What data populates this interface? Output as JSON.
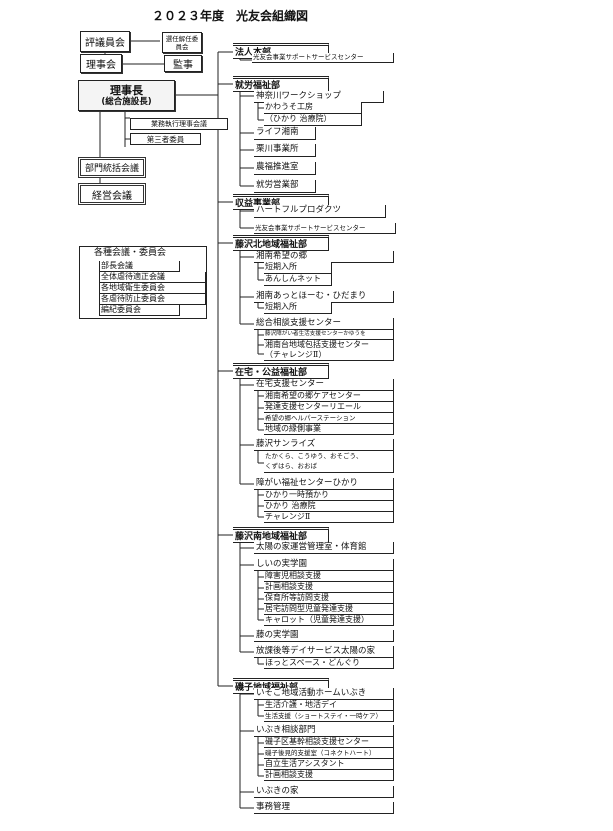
{
  "title": "２０２３年度　光友会組織図",
  "top": {
    "hyogiinkai": "評議員会",
    "rijikai": "理事会",
    "senin_kainin": "選任解任委員会",
    "kanji": "監事",
    "rijicho": "理事長",
    "rijicho_sub": "(総合施設長)",
    "gyomu_shikko": "業務執行理事会議",
    "daisansha": "第三者委員",
    "bumon": "部門統括会議",
    "keiei": "経営会議"
  },
  "committees": {
    "header": "各種会議・委員会",
    "items": [
      "部長会議",
      "全体虐待適正会議",
      "各地域衛生委員会",
      "各虐待防止委員会",
      "編紀委員会"
    ]
  },
  "sections": {
    "hojin": {
      "label": "法人本部",
      "items": [
        "光友会事業サポートサービスセンター"
      ]
    },
    "shuro": {
      "label": "就労福祉部",
      "items": [
        "神奈川ワークショップ",
        "かわうそ工房",
        "（ひかり 治療院）",
        "ライフ湘南",
        "栗川事業所",
        "農福推進室",
        "就労営業部"
      ]
    },
    "shueki": {
      "label": "収益事業部",
      "items": [
        "ハートフルプロダクツ",
        "光友会事業サポートサービスセンター"
      ]
    },
    "fujisawa_kita": {
      "label": "藤沢北地域福祉部",
      "items": [
        "湘南希望の郷",
        "短期入所",
        "あんしんネット",
        "湘南あっとほーむ・ひだまり",
        "短期入所",
        "総合相談支援センター",
        "藤沢障がい者生活支援センターかゆうを",
        "湘南台地域包括支援センター",
        "（チャレンジⅡ）"
      ]
    },
    "zaitaku": {
      "label": "在宅・公益福祉部",
      "items": [
        "在宅支援センター",
        "湘南希望の郷ケアセンター",
        "発達支援センターリエール",
        "希望の郷ヘルパーステーション",
        "地域の縁側事業",
        "藤沢サンライズ",
        "たかくら、こうゆう、おそごう、",
        "くずはら、おおば",
        "障がい福祉センターひかり",
        "ひかり一時預かり",
        "ひかり 治療院",
        "チャレンジⅡ"
      ]
    },
    "fujisawa_minami": {
      "label": "藤沢南地域福祉部",
      "items": [
        "太陽の家運営管理室・体育館",
        "しいの実学園",
        "障害児相談支援",
        "計画相談支援",
        "保育所等訪問支援",
        "居宅訪問型児童発達支援",
        "キャロット（児童発達支援）",
        "藤の実学園",
        "放課後等デイサービス太陽の家",
        "ほっとスペース・どんぐり"
      ]
    },
    "isogo": {
      "label": "磯子地域福祉部",
      "items": [
        "いそご地域活動ホームいぶき",
        "生活介護・地活デイ",
        "生活支援（ショートステイ・一時ケア）",
        "いぶき相談部門",
        "磯子区基幹相談支援センター",
        "磯子後見的支援室（コネクトハート）",
        "自立生活アシスタント",
        "計画相談支援",
        "いぶきの家",
        "事務管理"
      ]
    }
  }
}
